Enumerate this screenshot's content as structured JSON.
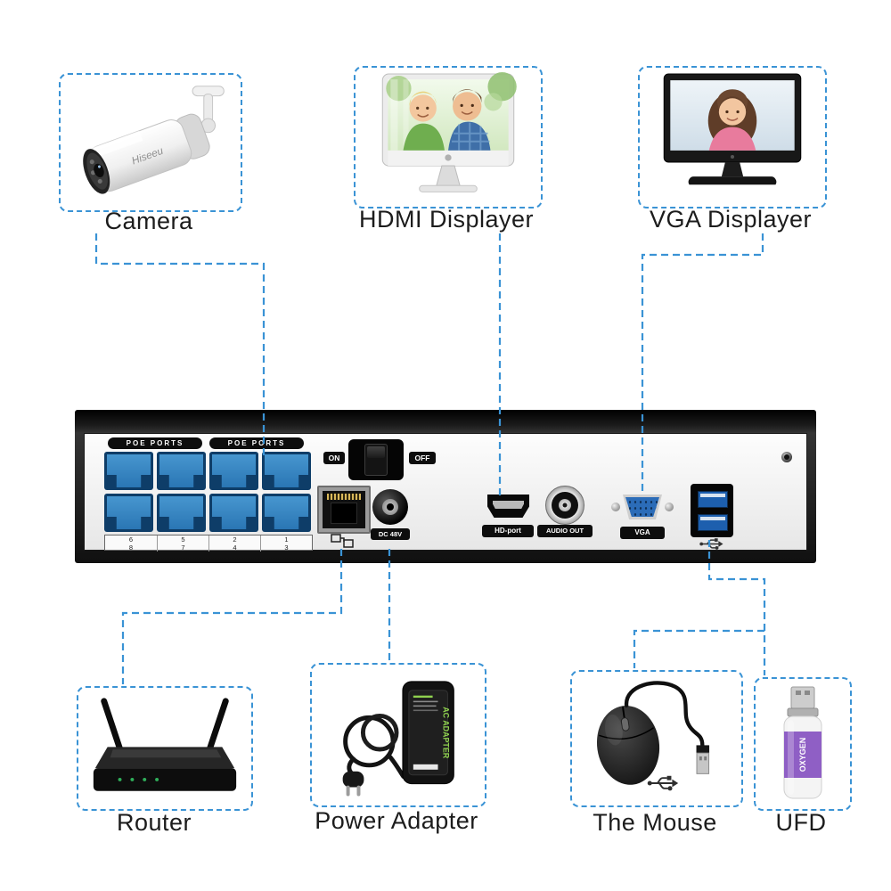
{
  "colors": {
    "accent_blue": "#3a93d5",
    "poe_port_blue": "#2f83c4",
    "vga_blue": "#2b6cb8",
    "usb_blue": "#1d5fae"
  },
  "peripherals": {
    "camera": {
      "label": "Camera",
      "brand": "Hiseeu"
    },
    "hdmi_displayer": {
      "label": "HDMI Displayer"
    },
    "vga_displayer": {
      "label": "VGA Displayer"
    },
    "router": {
      "label": "Router"
    },
    "power_adapter": {
      "label": "Power Adapter",
      "sticker_text": "AC ADAPTER"
    },
    "mouse": {
      "label": "The Mouse"
    },
    "ufd": {
      "label": "UFD",
      "body_text": "OXYGEN"
    }
  },
  "nvr": {
    "poe_tags": [
      "POE PORTS",
      "POE PORTS"
    ],
    "port_numbers_row1": [
      "6",
      "5",
      "2",
      "1"
    ],
    "port_numbers_row2": [
      "8",
      "7",
      "4",
      "3"
    ],
    "power_on_label": "ON",
    "power_off_label": "OFF",
    "dc_label": "DC 48V",
    "hdmi_label": "HD-port",
    "audio_label": "AUDIO OUT",
    "vga_label": "VGA"
  }
}
